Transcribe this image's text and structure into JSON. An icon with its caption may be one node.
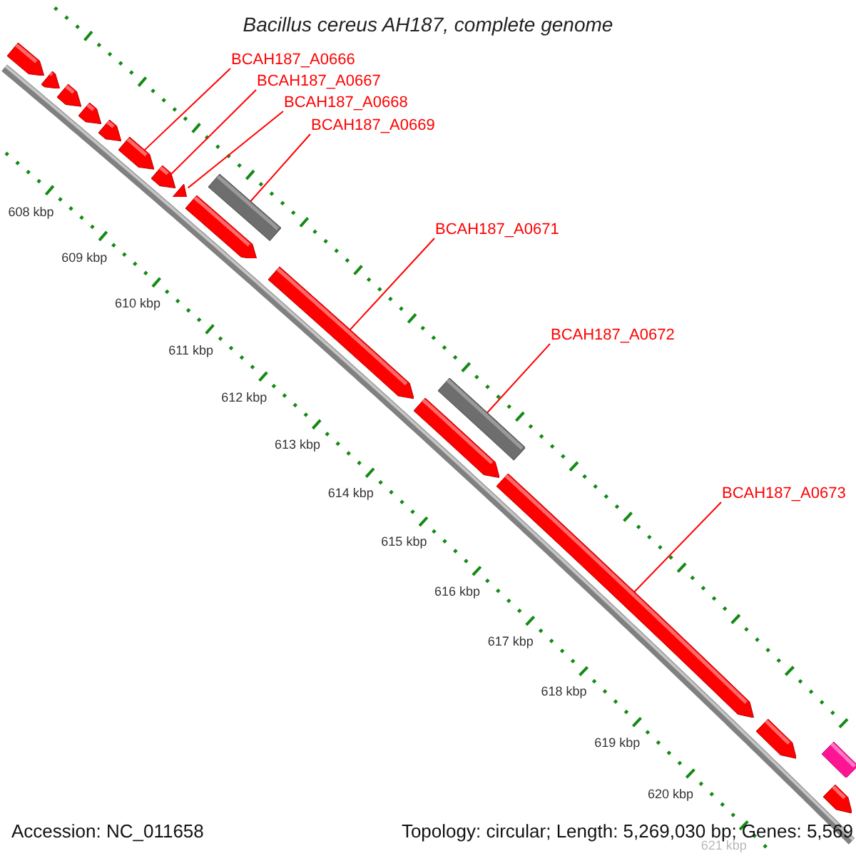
{
  "diagram": {
    "title": "Bacillus cereus AH187, complete genome",
    "nodes": [
      {
        "text": [],
        "shape": "arrow"
      },
      {
        "text": [],
        "shape": "arrow"
      },
      {
        "text": [],
        "shape": "arrow"
      },
      {
        "text": [],
        "shape": "arrow"
      },
      {
        "text": [],
        "shape": "arrow"
      },
      {
        "text": [],
        "shape": "arrow"
      },
      {
        "text": [],
        "shape": "arrow"
      },
      {
        "text": [],
        "shape": "arrow"
      },
      {
        "text": [],
        "shape": "arrow"
      },
      {
        "text": [],
        "shape": "bar"
      },
      {
        "text": [],
        "shape": "arrow"
      },
      {
        "text": [],
        "shape": "bar"
      },
      {
        "text": [],
        "shape": "arrow"
      },
      {
        "text": [],
        "shape": "arrow"
      },
      {
        "text": [],
        "shape": "arrow"
      },
      {
        "text": [],
        "shape": "bar"
      },
      {
        "text": [],
        "shape": "arrow"
      },
      {
        "text": [
          "BCAH187_A0666"
        ]
      },
      {
        "text": [
          "BCAH187_A0667"
        ]
      },
      {
        "text": [
          "BCAH187_A0668"
        ]
      },
      {
        "text": [
          "BCAH187_A0669"
        ]
      },
      {
        "text": [
          "BCAH187_A0671"
        ]
      },
      {
        "text": [
          "BCAH187_A0672"
        ]
      },
      {
        "text": [
          "BCAH187_A0673"
        ]
      }
    ],
    "edges": [
      {
        "from": 17,
        "to": 5,
        "arrow": "none"
      },
      {
        "from": 18,
        "to": 6,
        "arrow": "none"
      },
      {
        "from": 19,
        "to": 7,
        "arrow": "none"
      },
      {
        "from": 20,
        "to": 9,
        "arrow": "none"
      },
      {
        "from": 21,
        "to": 10,
        "arrow": "none"
      },
      {
        "from": 22,
        "to": 11,
        "arrow": "none"
      },
      {
        "from": 23,
        "to": 13,
        "arrow": "none"
      }
    ],
    "labels": [
      "608 kbp",
      "609 kbp",
      "610 kbp",
      "611 kbp",
      "612 kbp",
      "613 kbp",
      "614 kbp",
      "615 kbp",
      "616 kbp",
      "617 kbp",
      "618 kbp",
      "619 kbp",
      "620 kbp",
      "621 kbp",
      "Accession: NC_011658",
      "Topology: circular; Length: 5,269,030 bp; Genes: 5,569"
    ]
  }
}
